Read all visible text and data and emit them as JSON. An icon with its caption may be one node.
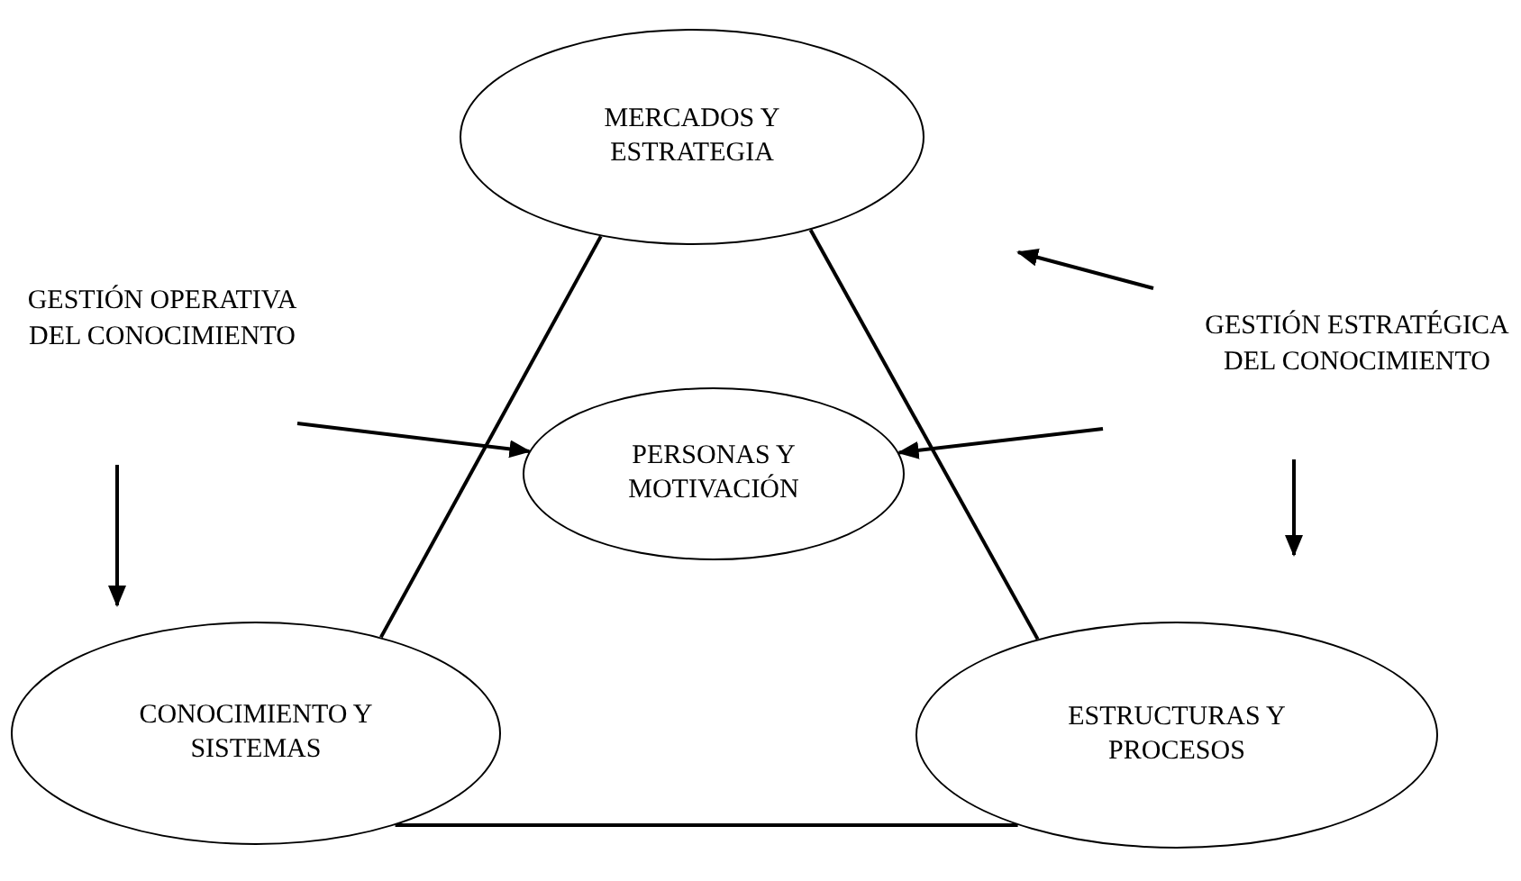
{
  "diagram": {
    "nodes": [
      {
        "text": [
          "MERCADOS Y ESTRATEGIA"
        ]
      },
      {
        "text": [
          "GESTIÓN OPERATIVA DEL CONOCIMIENTO"
        ]
      },
      {
        "text": [
          "GESTIÓN ESTRATÉGICA DEL CONOCIMIENTO"
        ]
      },
      {
        "text": [
          "PERSONAS Y MOTIVACIÓN"
        ]
      },
      {
        "text": [
          "CONOCIMIENTO Y SISTEMAS"
        ]
      },
      {
        "text": [
          "ESTRUCTURAS Y PROCESOS"
        ]
      }
    ],
    "edges": [
      {
        "from": 0,
        "to": 4,
        "arrow": "none"
      },
      {
        "from": 0,
        "to": 5,
        "arrow": "none"
      },
      {
        "from": 4,
        "to": 5,
        "arrow": "none"
      },
      {
        "from": null,
        "to": 3,
        "arrow": "to"
      },
      {
        "from": null,
        "to": 3,
        "arrow": "to"
      }
    ]
  }
}
